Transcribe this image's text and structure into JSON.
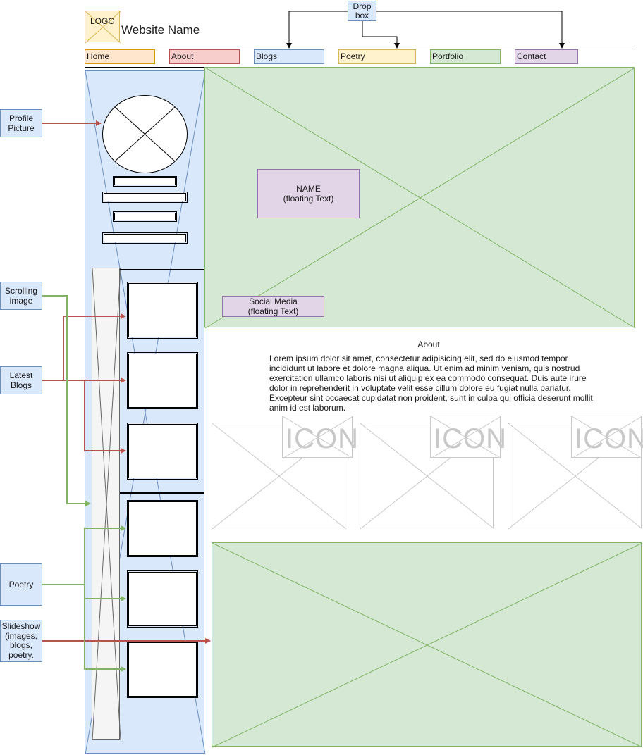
{
  "header": {
    "logo_text": "LOGO",
    "site_name": "Website Name",
    "dropbox_label": "Drop\nbox"
  },
  "nav": {
    "items": [
      {
        "label": "Home",
        "fill": "#ffe6cc",
        "stroke": "#d79b00"
      },
      {
        "label": "About",
        "fill": "#f8cecc",
        "stroke": "#b85450"
      },
      {
        "label": "Blogs",
        "fill": "#dae8fc",
        "stroke": "#6c8ebf"
      },
      {
        "label": "Poetry",
        "fill": "#fff2cc",
        "stroke": "#d6b656"
      },
      {
        "label": "Portfolio",
        "fill": "#d5e8d4",
        "stroke": "#82b366"
      },
      {
        "label": "Contact",
        "fill": "#e1d5e7",
        "stroke": "#9673a6"
      }
    ]
  },
  "annotations": {
    "profile_picture": "Profile\nPicture",
    "scrolling_image": "Scrolling\nimage",
    "latest_blogs": "Latest\nBlogs",
    "poetry": "Poetry",
    "slideshow": "Slideshow\n(images,\nblogs,\npoetry."
  },
  "hero": {
    "name_label": "NAME\n(floating  Text)",
    "social_label": "Social Media\n(floating  Text)"
  },
  "about": {
    "heading": "About",
    "body_lines": [
      "Lorem ipsum dolor sit amet, consectetur adipisicing elit, sed do eiusmod tempor",
      "incididunt ut labore et dolore magna aliqua. Ut enim ad minim veniam, quis nostrud",
      "exercitation ullamco laboris nisi ut aliquip ex ea commodo consequat. Duis aute irure",
      "dolor in reprehenderit in voluptate velit esse cillum dolore eu fugiat nulla pariatur.",
      "Excepteur sint occaecat cupidatat non proident, sunt in culpa qui officia deserunt mollit",
      "anim id est laborum."
    ]
  },
  "icons": {
    "label": "ICON"
  },
  "colors": {
    "sidebar_fill": "#dae8fc",
    "sidebar_stroke": "#6c8ebf",
    "hero_fill": "#d5e8d4",
    "hero_stroke": "#82b366",
    "red_arrow": "#b85450",
    "green_arrow": "#82b366",
    "scroll_strip": "#f5f5f5"
  }
}
